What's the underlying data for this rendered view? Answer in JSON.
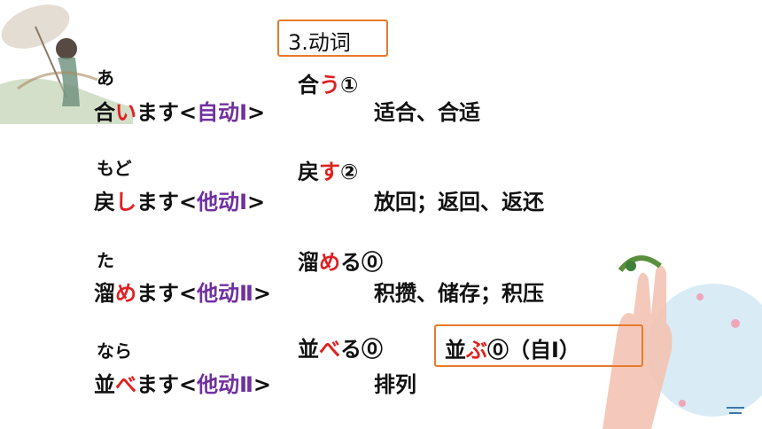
{
  "title_box": {
    "text": "3.动词"
  },
  "entries": [
    {
      "furigana": "あ",
      "polite_pre": "合",
      "polite_red": "い",
      "polite_post": "ます<",
      "type": "自动Ⅰ",
      "close": ">",
      "dict_pre": "合",
      "dict_red": "う",
      "dict_post": "①",
      "meaning": "适合、合适"
    },
    {
      "furigana": "もど",
      "polite_pre": "戻",
      "polite_red": "し",
      "polite_post": "ます<",
      "type": "他动Ⅰ",
      "close": ">",
      "dict_pre": "戻",
      "dict_red": "す",
      "dict_post": "②",
      "meaning": "放回；返回、返还"
    },
    {
      "furigana": "た",
      "polite_pre": "溜",
      "polite_red": "め",
      "polite_post": "ます<",
      "type": "他动Ⅱ",
      "close": ">",
      "dict_pre": "溜",
      "dict_red": "め",
      "dict_post": "る⓪",
      "meaning": "积攒、储存；积压"
    },
    {
      "furigana": "なら",
      "polite_pre": "並",
      "polite_red": "べ",
      "polite_post": "ます<",
      "type": "他动Ⅱ",
      "close": ">",
      "dict_pre": "並",
      "dict_red": "べ",
      "dict_post": "る⓪",
      "meaning": "排列"
    }
  ],
  "note_box": {
    "pre": "並",
    "red": "ぶ",
    "post": "⓪（自Ⅰ）"
  },
  "colors": {
    "red": "#e02020",
    "purple": "#7030a0",
    "box_border": "#e87a2c"
  },
  "decorations": [
    "umbrella-girl-illustration",
    "hand-with-bird-illustration"
  ]
}
